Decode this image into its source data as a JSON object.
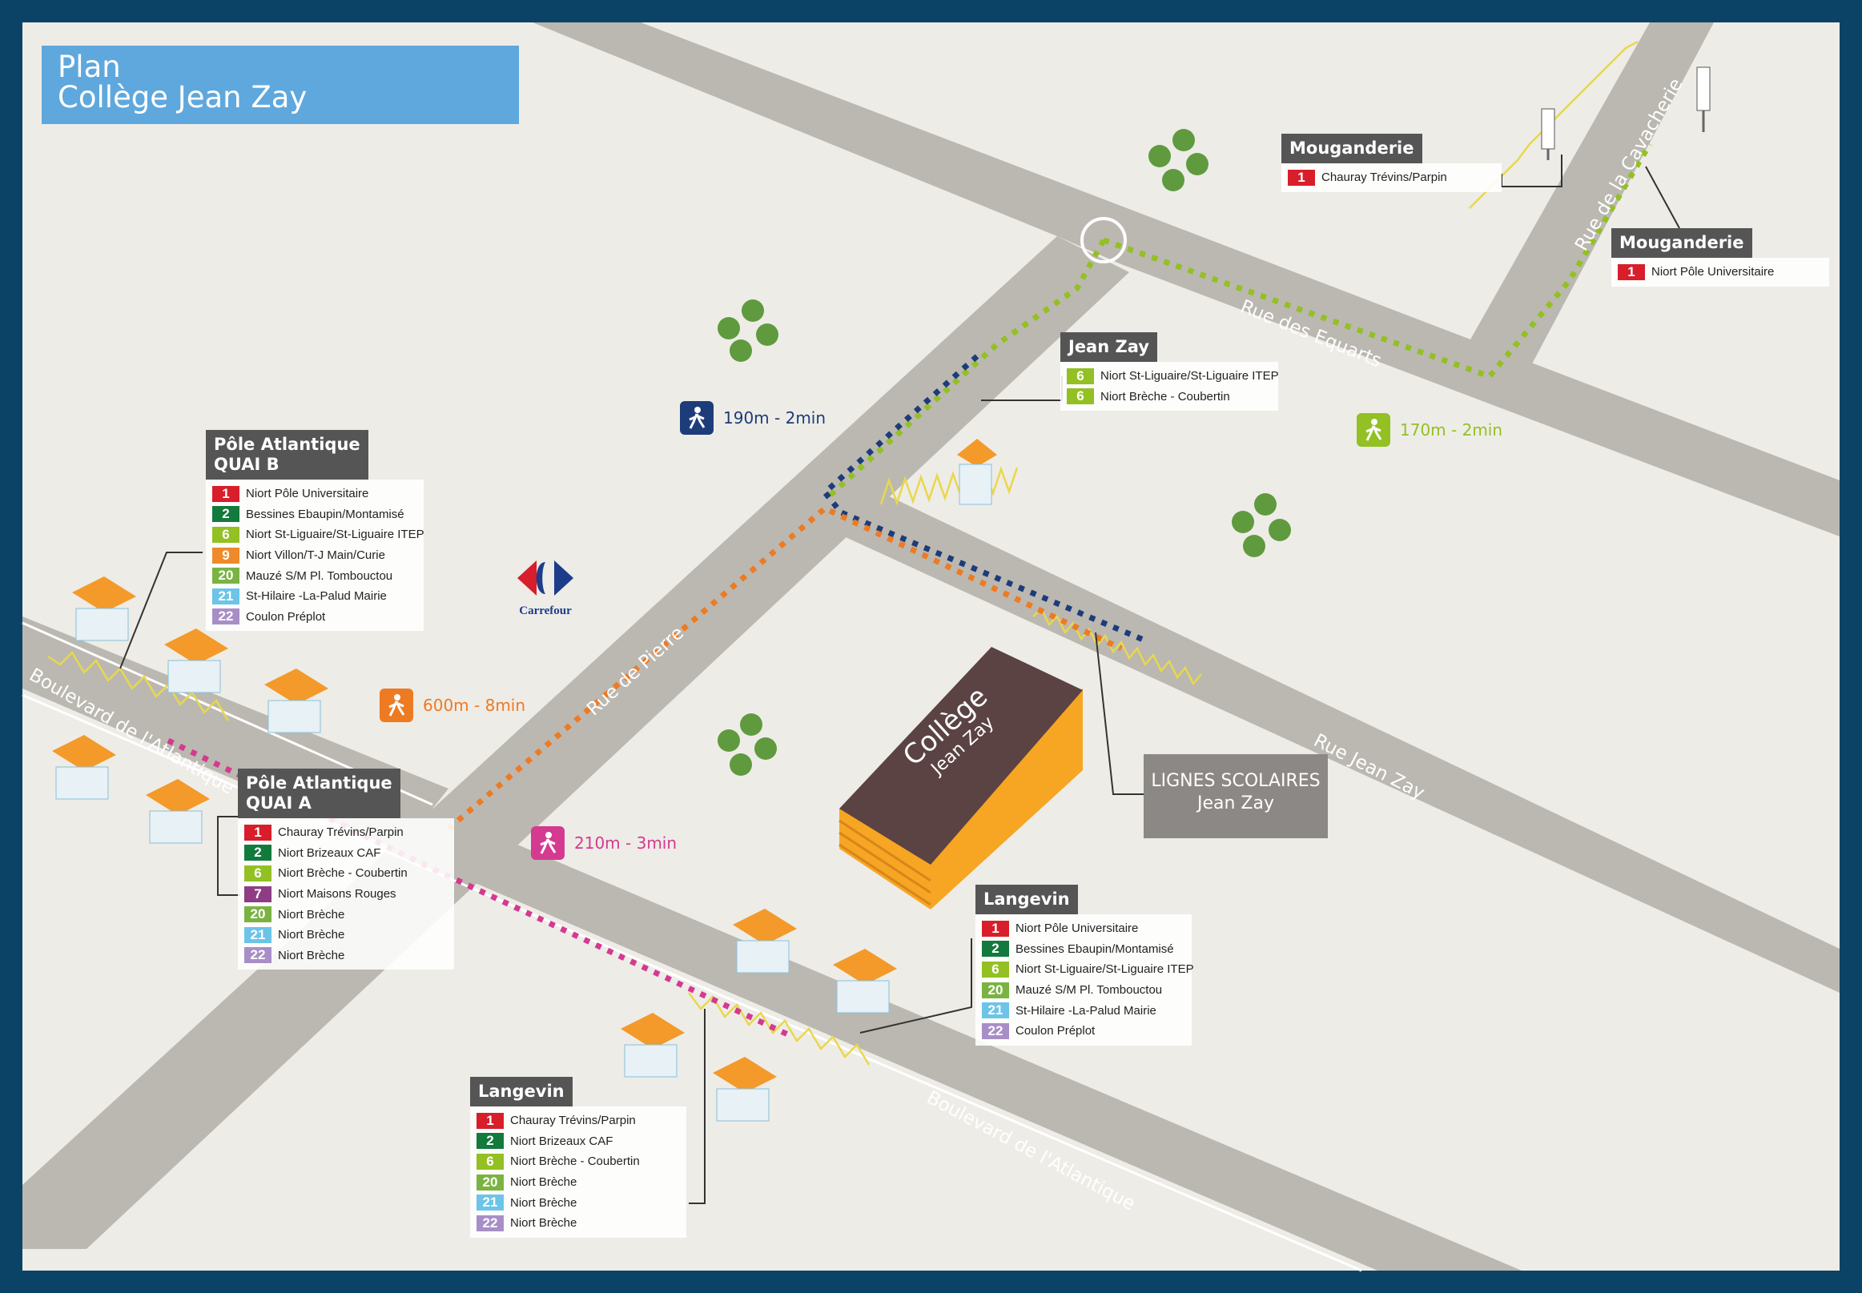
{
  "title": {
    "line1": "Plan",
    "line2": "Collège Jean Zay"
  },
  "colors": {
    "line_1": "#d81e2a",
    "line_2": "#137a3d",
    "line_6": "#93c023",
    "line_7": "#8e3d84",
    "line_9": "#ee8a2b",
    "line_20": "#7bb342",
    "line_21": "#6cc4e8",
    "line_22": "#a88ec7",
    "walk_blue": "#1d3c7a",
    "walk_orange": "#ee7a22",
    "walk_pink": "#d43a8f",
    "walk_green": "#93c023",
    "road": "#bbb8b1",
    "ground": "#eeece7",
    "frame": "#0b4366",
    "building": "#5b4343",
    "building_side": "#f6a623"
  },
  "streets": {
    "rue_de_pierre": "Rue de Pierre",
    "rue_des_equarts": "Rue des Equarts",
    "rue_de_la_cavacherie": "Rue de la Cavacherie",
    "rue_jean_zay": "Rue Jean Zay",
    "boulevard_1": "Boulevard de l'Atlantique",
    "boulevard_2": "Boulevard de l'Atlantique"
  },
  "walks": {
    "blue": {
      "label": "190m - 2min",
      "icon": "pedestrian-icon"
    },
    "green": {
      "label": "170m - 2min",
      "icon": "pedestrian-icon"
    },
    "orange": {
      "label": "600m - 8min",
      "icon": "pedestrian-icon"
    },
    "pink": {
      "label": "210m - 3min",
      "icon": "pedestrian-icon"
    }
  },
  "college": {
    "line1": "Collège",
    "line2": "Jean Zay"
  },
  "carrefour": {
    "label": "Carrefour",
    "icon": "carrefour-logo-icon"
  },
  "scolaires": {
    "line1": "LIGNES SCOLAIRES",
    "line2": "Jean Zay"
  },
  "stops": {
    "pole_b": {
      "name1": "Pôle Atlantique",
      "name2": "QUAI B",
      "lines": [
        {
          "num": "1",
          "color": "#d81e2a",
          "dest": "Niort  Pôle Universitaire"
        },
        {
          "num": "2",
          "color": "#137a3d",
          "dest": "Bessines  Ebaupin/Montamisé"
        },
        {
          "num": "6",
          "color": "#93c023",
          "dest": "Niort  St-Liguaire/St-Liguaire ITEP"
        },
        {
          "num": "9",
          "color": "#ee8a2b",
          "dest": "Niort  Villon/T-J Main/Curie"
        },
        {
          "num": "20",
          "color": "#7bb342",
          "dest": "Mauzé S/M  Pl. Tombouctou"
        },
        {
          "num": "21",
          "color": "#6cc4e8",
          "dest": "St-Hilaire -La-Palud    Mairie"
        },
        {
          "num": "22",
          "color": "#a88ec7",
          "dest": "Coulon  Préplot"
        }
      ]
    },
    "pole_a": {
      "name1": "Pôle Atlantique",
      "name2": "QUAI A",
      "lines": [
        {
          "num": "1",
          "color": "#d81e2a",
          "dest": "Chauray   Trévins/Parpin"
        },
        {
          "num": "2",
          "color": "#137a3d",
          "dest": "Niort  Brizeaux CAF"
        },
        {
          "num": "6",
          "color": "#93c023",
          "dest": "Niort  Brèche - Coubertin"
        },
        {
          "num": "7",
          "color": "#8e3d84",
          "dest": "Niort  Maisons Rouges"
        },
        {
          "num": "20",
          "color": "#7bb342",
          "dest": "Niort  Brèche"
        },
        {
          "num": "21",
          "color": "#6cc4e8",
          "dest": "Niort  Brèche"
        },
        {
          "num": "22",
          "color": "#a88ec7",
          "dest": "Niort  Brèche"
        }
      ]
    },
    "jean_zay": {
      "name1": "Jean Zay",
      "lines": [
        {
          "num": "6",
          "color": "#93c023",
          "dest": "Niort  St-Liguaire/St-Liguaire ITEP"
        },
        {
          "num": "6",
          "color": "#93c023",
          "dest": "Niort  Brèche - Coubertin"
        }
      ]
    },
    "mouganderie_1": {
      "name1": "Mouganderie",
      "lines": [
        {
          "num": "1",
          "color": "#d81e2a",
          "dest": "Chauray   Trévins/Parpin"
        }
      ]
    },
    "mouganderie_2": {
      "name1": "Mouganderie",
      "lines": [
        {
          "num": "1",
          "color": "#d81e2a",
          "dest": "Niort  Pôle Universitaire"
        }
      ]
    },
    "langevin_1": {
      "name1": "Langevin",
      "lines": [
        {
          "num": "1",
          "color": "#d81e2a",
          "dest": "Niort  Pôle Universitaire"
        },
        {
          "num": "2",
          "color": "#137a3d",
          "dest": "Bessines  Ebaupin/Montamisé"
        },
        {
          "num": "6",
          "color": "#93c023",
          "dest": "Niort  St-Liguaire/St-Liguaire ITEP"
        },
        {
          "num": "20",
          "color": "#7bb342",
          "dest": "Mauzé S/M  Pl. Tombouctou"
        },
        {
          "num": "21",
          "color": "#6cc4e8",
          "dest": "St-Hilaire -La-Palud    Mairie"
        },
        {
          "num": "22",
          "color": "#a88ec7",
          "dest": "Coulon  Préplot"
        }
      ]
    },
    "langevin_2": {
      "name1": "Langevin",
      "lines": [
        {
          "num": "1",
          "color": "#d81e2a",
          "dest": "Chauray   Trévins/Parpin"
        },
        {
          "num": "2",
          "color": "#137a3d",
          "dest": "Niort  Brizeaux CAF"
        },
        {
          "num": "6",
          "color": "#93c023",
          "dest": "Niort  Brèche - Coubertin"
        },
        {
          "num": "20",
          "color": "#7bb342",
          "dest": "Niort  Brèche"
        },
        {
          "num": "21",
          "color": "#6cc4e8",
          "dest": "Niort  Brèche"
        },
        {
          "num": "22",
          "color": "#a88ec7",
          "dest": "Niort  Brèche"
        }
      ]
    }
  }
}
